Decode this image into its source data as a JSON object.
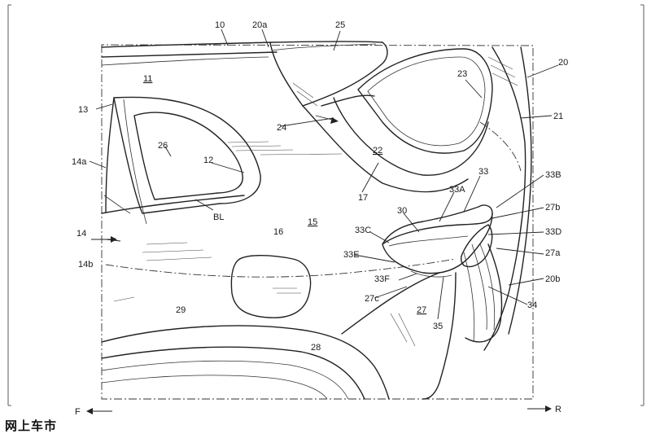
{
  "labels": {
    "l10": "10",
    "l20a": "20a",
    "l25": "25",
    "l20": "20",
    "l11": "11",
    "l23": "23",
    "l13": "13",
    "l21": "21",
    "l24": "24",
    "l26": "26",
    "l22": "22",
    "l14a": "14a",
    "l12": "12",
    "l33": "33",
    "l33B": "33B",
    "l17": "17",
    "l33A": "33A",
    "l27b": "27b",
    "lBL": "BL",
    "l30": "30",
    "l15": "15",
    "l33C": "33C",
    "l33D": "33D",
    "l14": "14",
    "l16": "16",
    "l27a": "27a",
    "l33E": "33E",
    "l14b": "14b",
    "l33F": "33F",
    "l20b": "20b",
    "l27c": "27c",
    "l27": "27",
    "l34": "34",
    "l29": "29",
    "l35": "35",
    "l28": "28"
  },
  "directions": {
    "front": "F",
    "rear": "R"
  },
  "watermark": "网上车市"
}
